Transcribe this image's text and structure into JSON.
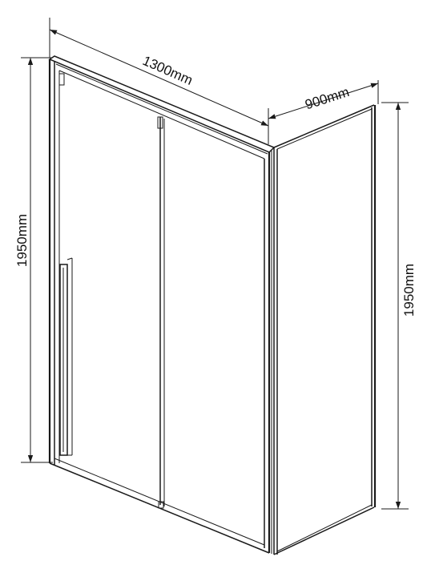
{
  "dimensions": {
    "front_width": "1300mm",
    "side_width": "900mm",
    "left_height": "1950mm",
    "right_height": "1950mm"
  },
  "colors": {
    "line": "#1a1a1a",
    "background": "#ffffff"
  }
}
